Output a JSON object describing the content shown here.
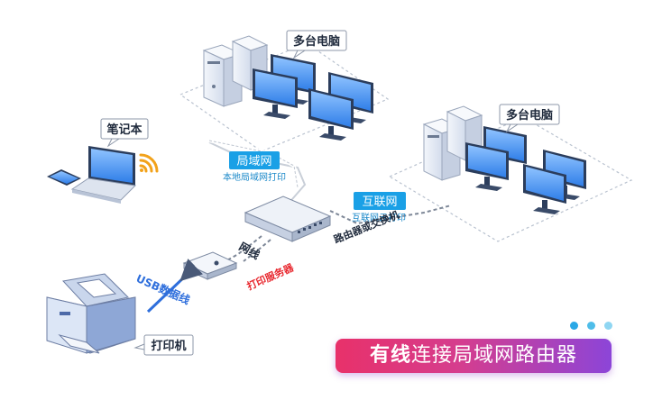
{
  "labels": {
    "pcs_group_1": "多台电脑",
    "pcs_group_2": "多台电脑",
    "laptop": "笔记本",
    "lan_tag": "局域网",
    "lan_sub": "本地局域网打印",
    "internet_tag": "互联网",
    "internet_sub": "互联网云打印",
    "router": "路由器或交换机",
    "cable": "网线",
    "usb_cable": "USB数据线",
    "print_server": "打印服务器",
    "printer": "打印机"
  },
  "banner": {
    "bold": "有线",
    "rest": "连接局域网路由器"
  },
  "colors": {
    "accent_blue": "#1aa0e6",
    "print_server_red": "#e8262d",
    "banner_start": "#e8316a",
    "banner_end": "#8c45d8"
  },
  "carousel": {
    "dots": 3,
    "dot_colors": [
      "#2aa8e6",
      "#4fbde9",
      "#8fd6f2"
    ]
  }
}
